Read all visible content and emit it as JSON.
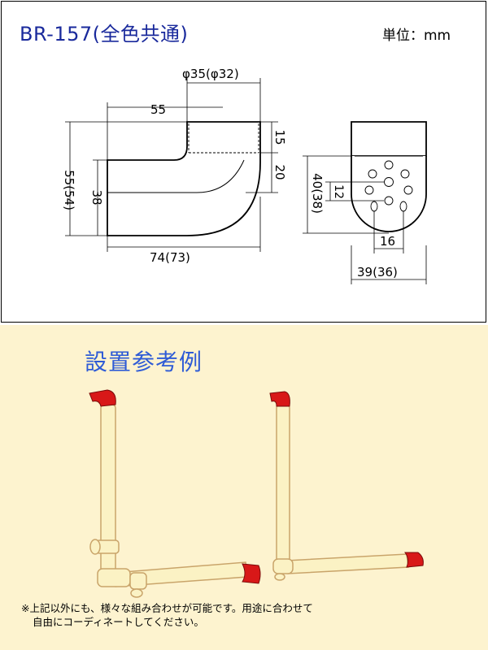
{
  "header": {
    "title": "BR-157(全色共通)",
    "unit_label": "単位：mm"
  },
  "dimensions": {
    "pipe_diameter": "φ35(φ32)",
    "top_width": "55",
    "overall_height": "55(54)",
    "inner_height": "38",
    "collar_height": "15",
    "lower_height": "20",
    "bottom_width": "74(73)",
    "side_height": "40(38)",
    "hole_spacing_v": "12",
    "hole_spacing_h": "16",
    "side_width": "39(36)"
  },
  "installation": {
    "section_title": "設置参考例",
    "note_line1": "※上記以外にも、様々な組み合わせが可能です。用途に合わせて",
    "note_line2": "自由にコーディネートしてください。"
  },
  "colors": {
    "title_blue": "#1a2a9c",
    "section_blue": "#2e5bd6",
    "panel_bg": "#fdf3cf",
    "pipe_cream": "#fbf2c4",
    "fitting_red": "#d81818"
  }
}
